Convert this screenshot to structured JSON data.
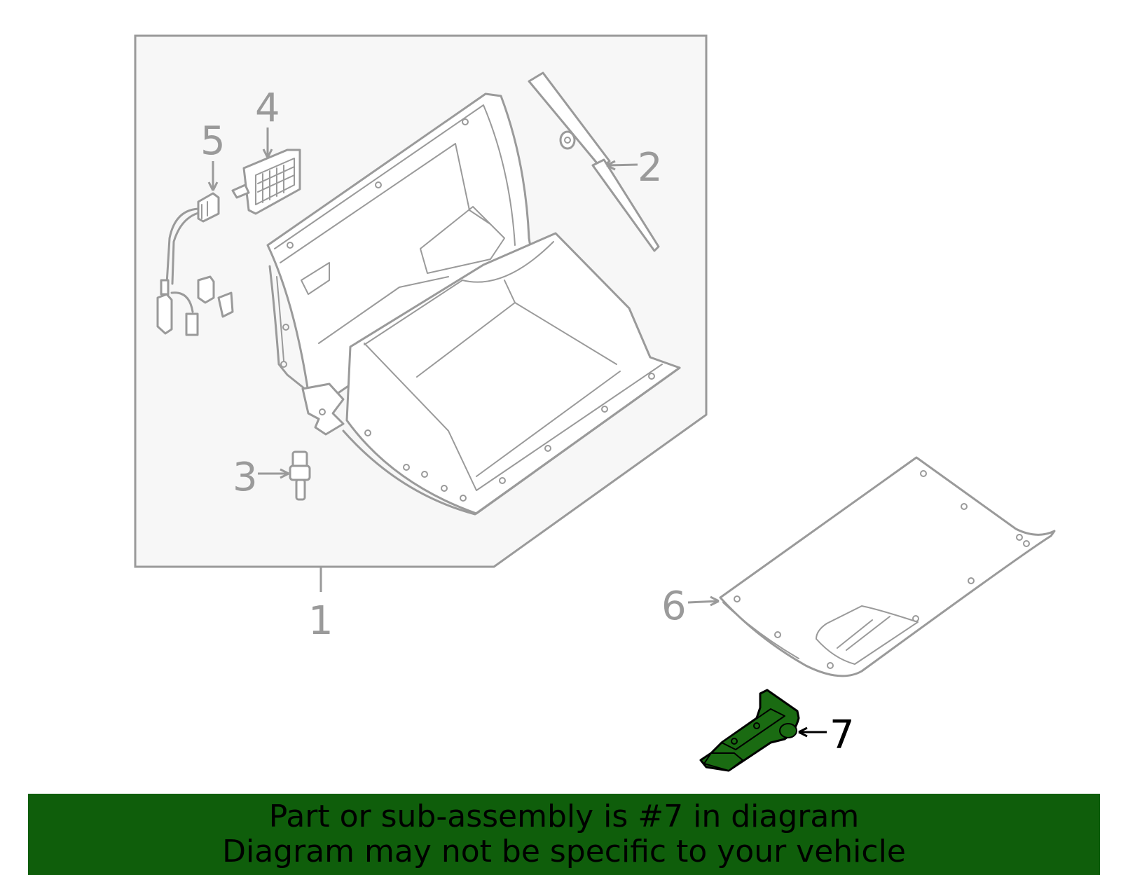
{
  "callouts": [
    {
      "id": "1",
      "label": "1"
    },
    {
      "id": "2",
      "label": "2"
    },
    {
      "id": "3",
      "label": "3"
    },
    {
      "id": "4",
      "label": "4"
    },
    {
      "id": "5",
      "label": "5"
    },
    {
      "id": "6",
      "label": "6"
    },
    {
      "id": "7",
      "label": "7"
    }
  ],
  "highlighted_part": "7",
  "colors": {
    "line": "#9a9a9a",
    "highlight_fill": "#1a6b12",
    "banner": "#0f5e0b",
    "banner_text": "#000000",
    "assembly_panel": "#f7f7f7"
  },
  "banner": {
    "line1": "Part or sub-assembly is #7 in diagram",
    "line2": "Diagram may not be specific to your vehicle"
  }
}
